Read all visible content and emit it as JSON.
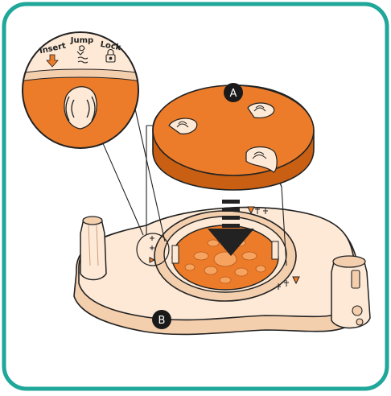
{
  "labels": {
    "marker_a": "A",
    "marker_b": "B"
  },
  "zoom_steps": [
    {
      "label": "Insert",
      "icon": "insert-arrow-icon"
    },
    {
      "label": "Jump",
      "icon": "jump-icon"
    },
    {
      "label": "Lock",
      "icon": "lock-icon"
    }
  ],
  "colors": {
    "frame": "#1fa79a",
    "orange": "#ec7c2a",
    "orange_dark": "#c85f12",
    "cream": "#fde9d6",
    "cream_dark": "#f4cfae",
    "outline": "#222222",
    "marker": "#1a1a1a"
  }
}
